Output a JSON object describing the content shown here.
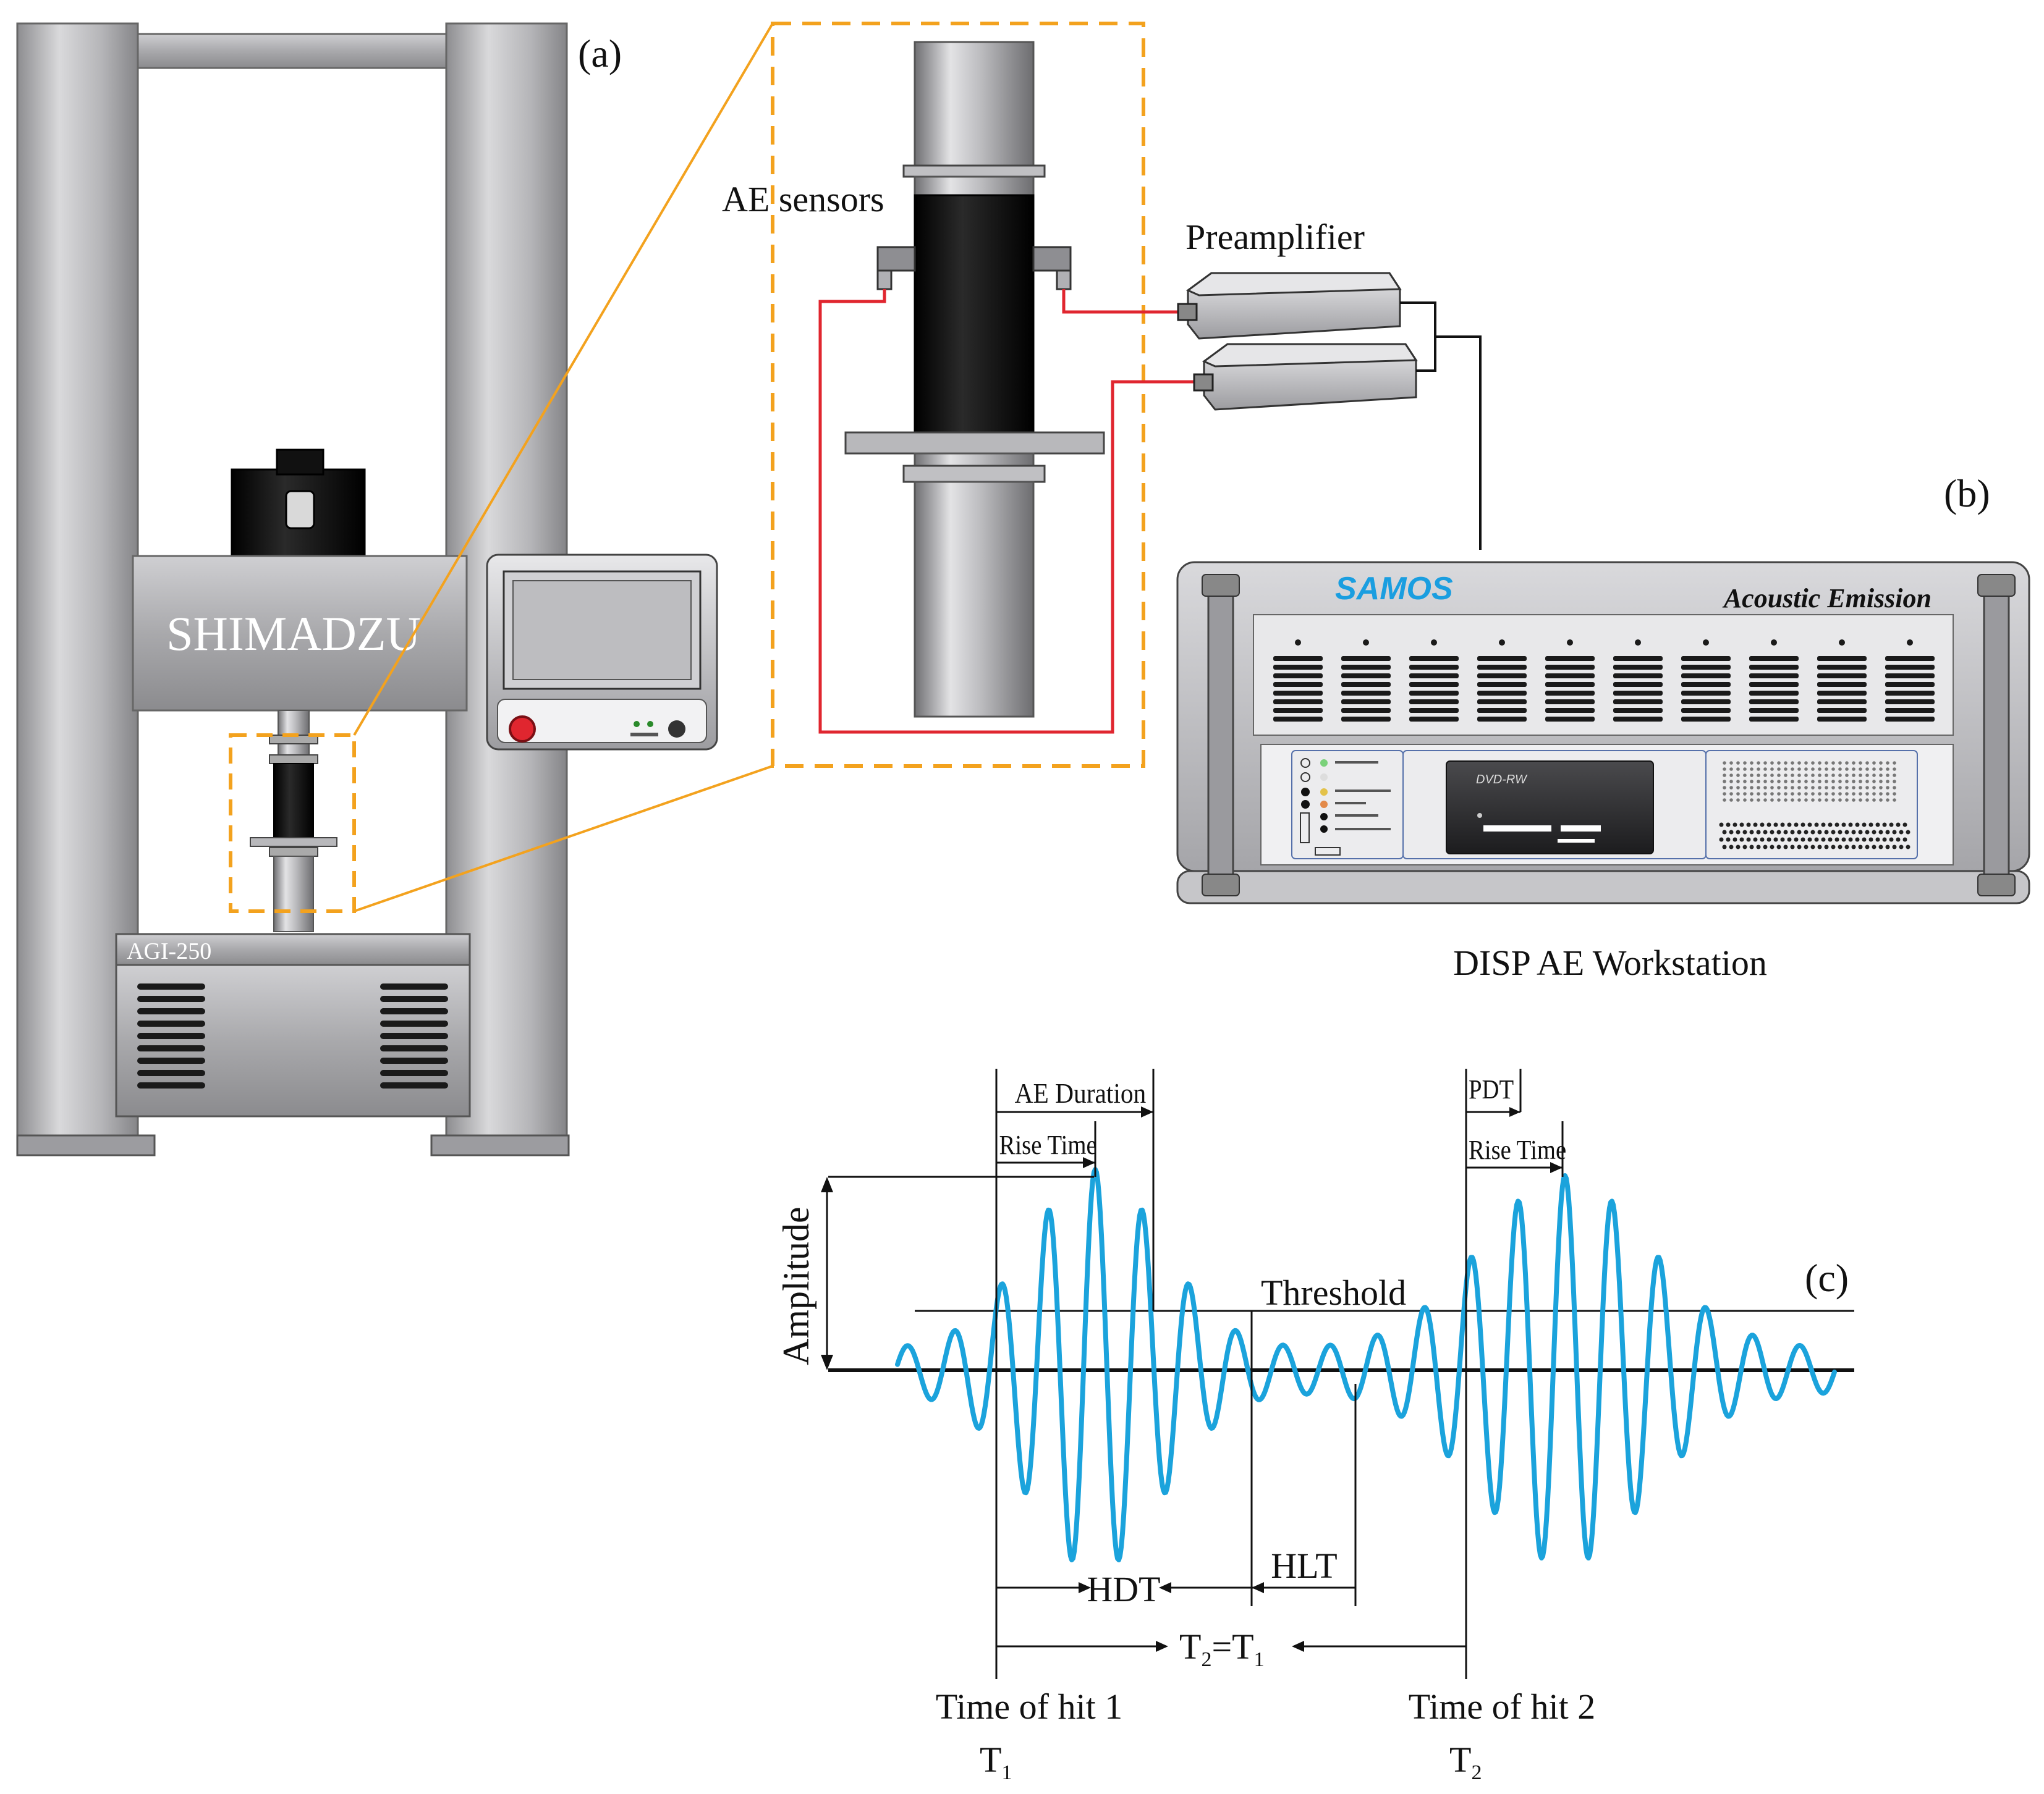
{
  "panel_labels": {
    "a": "(a)",
    "b": "(b)",
    "c": "(c)"
  },
  "machine": {
    "brand": "SHIMADZU",
    "model": "AGI-250"
  },
  "labels": {
    "ae_sensors": "AE sensors",
    "preamplifier": "Preamplifier",
    "workstation": "DISP AE Workstation"
  },
  "workstation": {
    "brand": "SAMOS",
    "subtitle": "Acoustic Emission",
    "drive": "DVD-RW"
  },
  "waveform": {
    "amplitude": "Amplitude",
    "threshold": "Threshold",
    "ae_duration": "AE Duration",
    "rise_time_1": "Rise Time",
    "rise_time_2": "Rise Time",
    "pdt": "PDT",
    "hdt": "HDT",
    "hlt": "HLT",
    "t_relation_left": "T",
    "t_relation_sub2": "2",
    "t_relation_eq": "=T",
    "t_relation_sub1": "1",
    "hit1_label": "Time of hit 1",
    "hit1_sym": "T",
    "hit1_sub": "1",
    "hit2_label": "Time of hit 2",
    "hit2_sym": "T",
    "hit2_sub": "2"
  },
  "colors": {
    "frame_gray": "#b3b3b5",
    "highlight_orange": "#f3a21e",
    "wave_blue": "#1ba3dc",
    "cable_red": "#e0262f",
    "samos_blue": "#1a9ee0",
    "specimen_black": "#0d0d0d"
  }
}
